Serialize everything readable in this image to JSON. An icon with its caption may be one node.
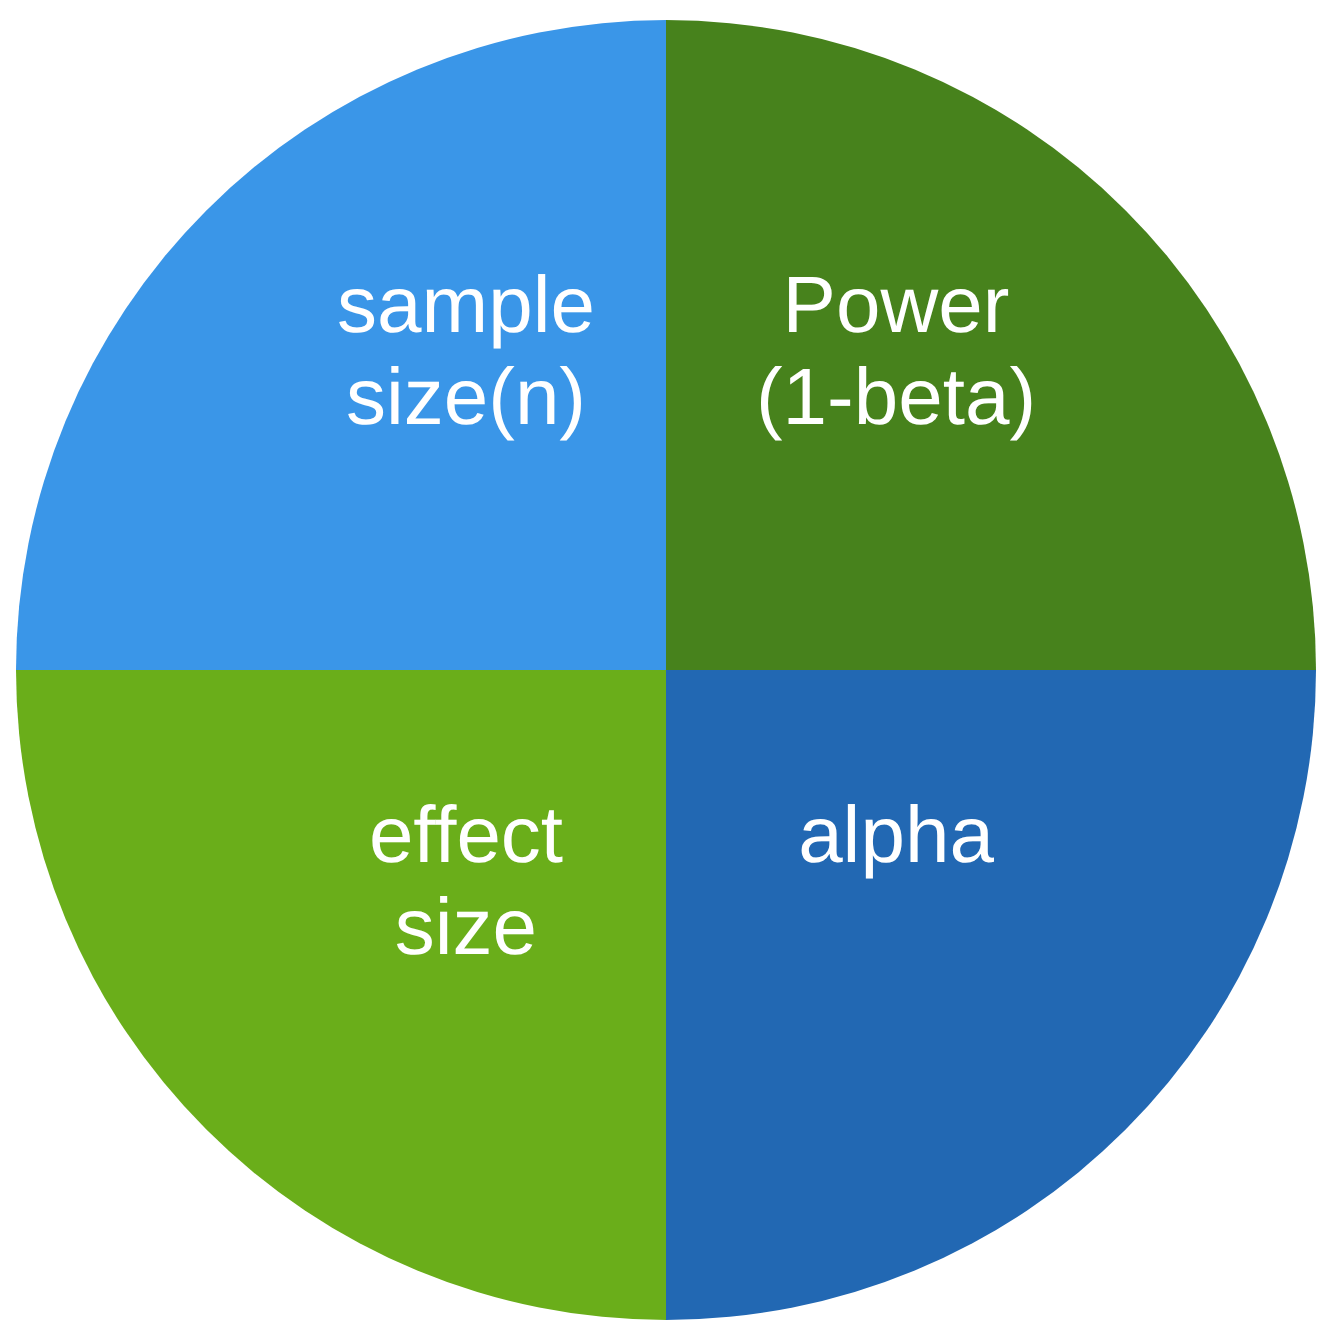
{
  "diagram": {
    "nodes": [
      {
        "text": [
          "sample size(n)"
        ]
      },
      {
        "text": [
          "Power (1-beta)"
        ]
      },
      {
        "text": [
          "effect size"
        ]
      },
      {
        "text": [
          "alpha"
        ]
      }
    ]
  }
}
